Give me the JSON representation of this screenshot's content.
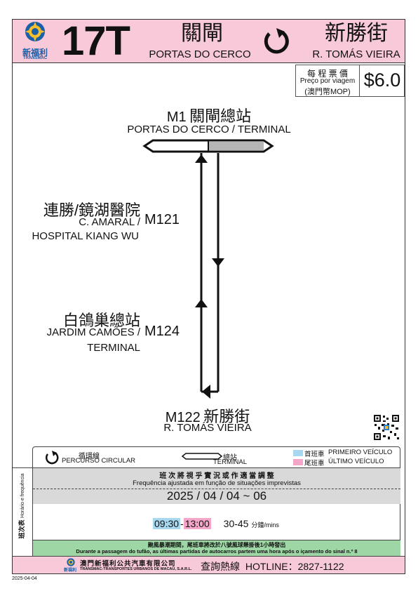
{
  "header": {
    "route_number": "17T",
    "logo_cn": "新福利",
    "logo_en": "TRANSMAC",
    "origin_cn": "關閘",
    "origin_pt": "PORTAS DO CERCO",
    "destination_cn": "新勝街",
    "destination_pt": "R. TOMÁS VIEIRA",
    "circular_icon": "circular-arrow-icon"
  },
  "fare": {
    "label_cn": "每 程 票 價",
    "label_pt": "Preço por viagem",
    "currency_note": "(澳門幣MOP)",
    "amount": "$6.0"
  },
  "stops": {
    "terminal_1": {
      "code": "M1",
      "cn": "關閘總站",
      "pt": "PORTAS DO CERCO / TERMINAL"
    },
    "stop_2": {
      "code": "M121",
      "cn": "連勝/鏡湖醫院",
      "pt_line1": "C. AMARAL /",
      "pt_line2": "HOSPITAL KIANG WU"
    },
    "stop_3": {
      "code": "M124",
      "cn": "白鴿巢總站",
      "pt_line1": "JARDIM CAMÕES /",
      "pt_line2": "TERMINAL"
    },
    "terminal_2": {
      "code": "M122",
      "cn": "新勝街",
      "pt": "R. TOMÁS VIEIRA"
    }
  },
  "legend": {
    "circular_cn": "循環線",
    "circular_pt": "PERCURSO CIRCULAR",
    "terminal_cn": "總站",
    "terminal_pt": "TERMINAL",
    "first_cn": "首班車",
    "first_pt": "PRIMEIRO VEÍCULO",
    "last_cn": "尾班車",
    "last_pt": "ÚLTIMO VEÍCULO",
    "first_color": "#a8d8f0",
    "last_color": "#f3a6c8"
  },
  "schedule": {
    "side_label_cn": "班次表",
    "side_label_pt": "Horário e frequência",
    "note_cn": "班 次 將 視 乎 實 況 或 作 適 當 調 整",
    "note_pt": "Frequência ajustada em função de situações imprevistas",
    "date_range": "2025 / 04 / 04 ~ 06",
    "first_time": "09:30",
    "dash": "-",
    "last_time": "13:00",
    "frequency": "30-45",
    "frequency_unit": "分鐘/mins"
  },
  "typhoon": {
    "cn": "颱風暴潮期間，尾班車將改於八號風球懸掛後1小時發出",
    "pt": "Durante a passagem do tufão, as últimas partidas de autocarros partem uma hora após o içamento do sinal n.º 8"
  },
  "footer": {
    "company_cn": "澳門新福利公共汽車有限公司",
    "company_en": "TRANSMAC-TRANSPORTES URBANOS DE MACAU, S.A.R.L.",
    "logo_cn": "新福利",
    "hotline_cn": "查詢熱線",
    "hotline_label": "HOTLINE：",
    "hotline_number": "2827-1122",
    "print_date": "2025-04-04"
  }
}
